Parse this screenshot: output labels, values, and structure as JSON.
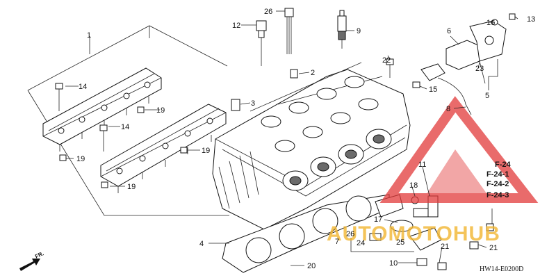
{
  "part_labels": [
    "1",
    "2",
    "3",
    "4",
    "5",
    "6",
    "7",
    "8",
    "9",
    "10",
    "11",
    "12",
    "13",
    "14",
    "14",
    "15",
    "16",
    "17",
    "18",
    "19",
    "19",
    "19",
    "19",
    "20",
    "21",
    "21",
    "22",
    "23",
    "24",
    "25",
    "26",
    "26"
  ],
  "reference_labels": [
    "F-24",
    "F-24-1",
    "F-24-2",
    "F-24-3"
  ],
  "front_marker": "FR.",
  "diagram_code": "HW14-E0200D",
  "watermark": {
    "text": "AUTOMOTOHUB",
    "color_red": "#e23a3a",
    "color_yellow": "#f2b632",
    "icon": "warning-triangle-logo"
  }
}
